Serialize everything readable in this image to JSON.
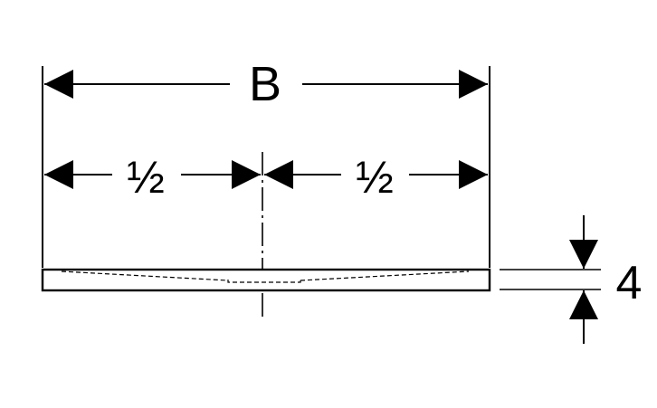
{
  "drawing": {
    "width_label": "B",
    "left_half_label": "½",
    "right_half_label": "½",
    "thickness_label": "4"
  }
}
